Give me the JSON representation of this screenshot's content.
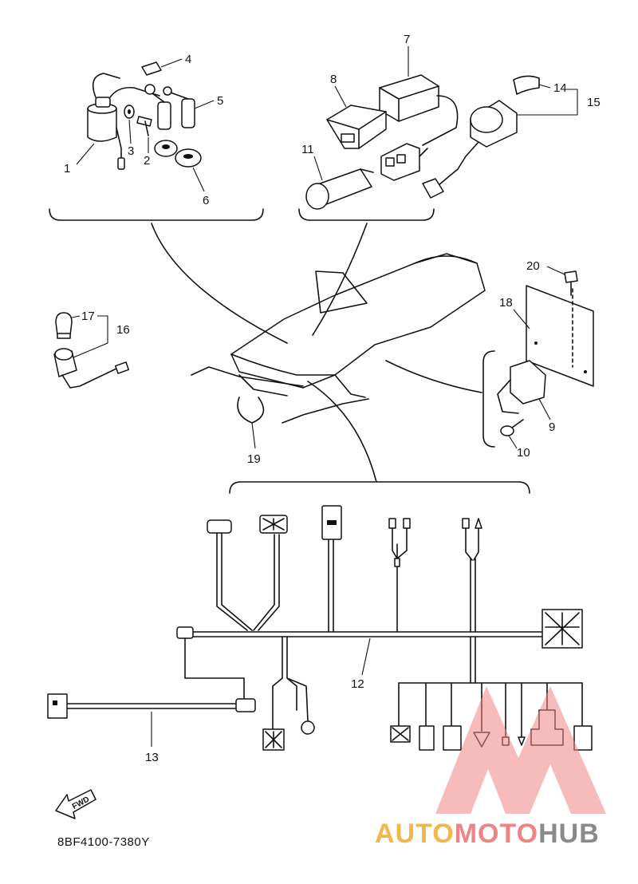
{
  "diagram": {
    "part_code": "8BF4100-7380Y",
    "fwd_label": "FWD",
    "callouts": [
      "1",
      "2",
      "3",
      "4",
      "5",
      "6",
      "7",
      "8",
      "11",
      "14",
      "15",
      "17",
      "16",
      "20",
      "18",
      "9",
      "10",
      "19",
      "12",
      "13"
    ]
  },
  "brand": {
    "part1": "AUTO",
    "part2": "MOTO",
    "part3": "HUB",
    "colors": {
      "auto": "#f2b64a",
      "moto": "#f08383",
      "hub": "#8a8a8a"
    }
  }
}
